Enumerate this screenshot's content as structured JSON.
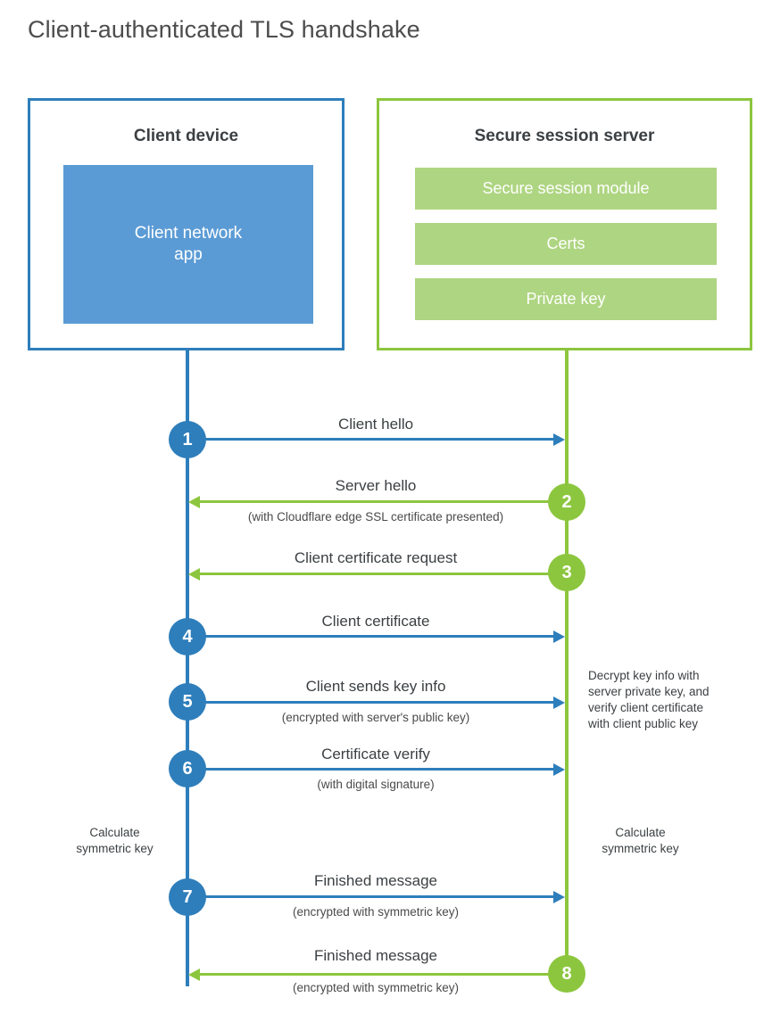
{
  "title": "Client-authenticated TLS handshake",
  "colors": {
    "blue": "#2e7ebb",
    "green": "#8cc63e",
    "client_app_fill": "#5b9bd5",
    "server_pill_fill": "#aed581",
    "text": "#3c4043"
  },
  "client": {
    "title": "Client device",
    "app_label": "Client network\napp"
  },
  "server": {
    "title": "Secure session server",
    "modules": [
      "Secure session module",
      "Certs",
      "Private key"
    ]
  },
  "steps": [
    {
      "number": "1",
      "side": "client",
      "direction": "right",
      "label": "Client hello",
      "sub": ""
    },
    {
      "number": "2",
      "side": "server",
      "direction": "left",
      "label": "Server hello",
      "sub": "(with Cloudflare edge SSL certificate presented)"
    },
    {
      "number": "3",
      "side": "server",
      "direction": "left",
      "label": "Client certificate request",
      "sub": ""
    },
    {
      "number": "4",
      "side": "client",
      "direction": "right",
      "label": "Client certificate",
      "sub": ""
    },
    {
      "number": "5",
      "side": "client",
      "direction": "right",
      "label": "Client sends key info",
      "sub": "(encrypted with server's public key)"
    },
    {
      "number": "6",
      "side": "client",
      "direction": "right",
      "label": "Certificate verify",
      "sub": "(with digital signature)"
    },
    {
      "number": "7",
      "side": "client",
      "direction": "right",
      "label": "Finished message",
      "sub": "(encrypted with symmetric key)"
    },
    {
      "number": "8",
      "side": "server",
      "direction": "left",
      "label": "Finished message",
      "sub": "(encrypted with symmetric key)"
    }
  ],
  "notes": {
    "server_decrypt": "Decrypt key info with\nserver private key, and\nverify client certificate\nwith client public key",
    "client_calculate": "Calculate\nsymmetric key",
    "server_calculate": "Calculate\nsymmetric key"
  }
}
